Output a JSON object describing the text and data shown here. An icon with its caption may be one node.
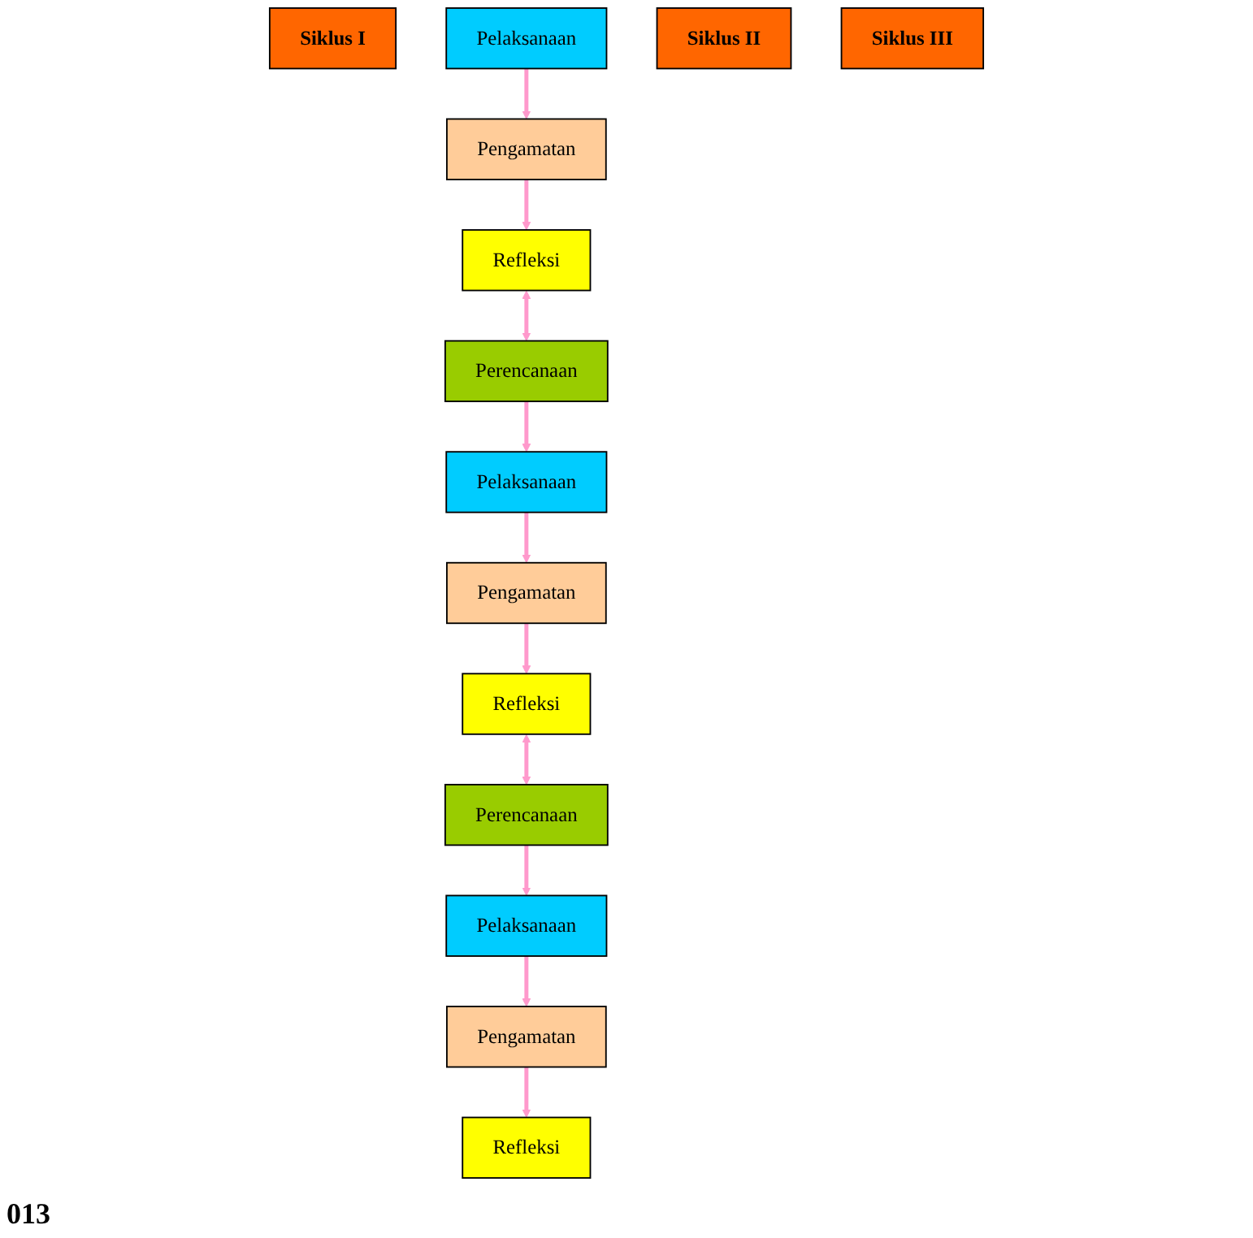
{
  "diagram": {
    "nodes": [
      {
        "text": [
          "Refleksi"
        ]
      },
      {
        "text": [
          "Siklus I"
        ]
      },
      {
        "text": [
          "Pelaksanaan"
        ]
      },
      {
        "text": [
          "Pengamatan"
        ]
      },
      {
        "text": [
          "Perencanaan"
        ]
      },
      {
        "text": [
          "Refleksi"
        ]
      },
      {
        "text": [
          "Siklus II"
        ]
      },
      {
        "text": [
          "Pelaksanaan"
        ]
      },
      {
        "text": [
          "Pengamatan"
        ]
      },
      {
        "text": [
          "Perencanaan"
        ]
      },
      {
        "text": [
          "Refleksi"
        ]
      },
      {
        "text": [
          "Siklus III"
        ]
      },
      {
        "text": [
          "Pelaksanaan"
        ]
      },
      {
        "text": [
          "Pengamatan"
        ]
      }
    ],
    "edges": [
      {
        "from": 2,
        "to": 3,
        "arrow": "to"
      },
      {
        "from": 3,
        "to": 0,
        "arrow": "to"
      },
      {
        "from": 0,
        "to": 4,
        "arrow": "both"
      },
      {
        "from": 4,
        "to": 7,
        "arrow": "to"
      },
      {
        "from": 7,
        "to": 8,
        "arrow": "to"
      },
      {
        "from": 8,
        "to": 5,
        "arrow": "to"
      },
      {
        "from": 5,
        "to": 9,
        "arrow": "both"
      },
      {
        "from": 9,
        "to": 12,
        "arrow": "to"
      },
      {
        "from": 12,
        "to": 13,
        "arrow": "to"
      },
      {
        "from": 13,
        "to": 10,
        "arrow": "to"
      }
    ],
    "labels": [
      "013"
    ]
  }
}
